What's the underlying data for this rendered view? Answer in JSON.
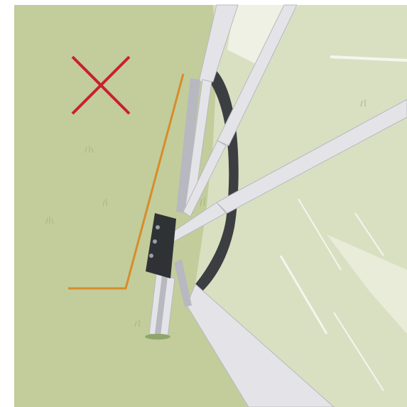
{
  "illustration": {
    "subject": "tent-pole-hub-connector",
    "colors": {
      "grass": "#c2cd9b",
      "tent_fabric": "#d9e0c2",
      "tent_highlight": "#eef1e3",
      "pole": "#e4e4e8",
      "pole_shadow": "#b7b8c0",
      "dark_strap": "#3b3f42",
      "hub": "#2f3235",
      "warning_x": "#c8202f",
      "placement_line": "#d88c2a",
      "grass_tuft": "#a9b886"
    },
    "markers": {
      "wrong_mark": "cross",
      "placement_guide": "l-shaped-line"
    }
  }
}
